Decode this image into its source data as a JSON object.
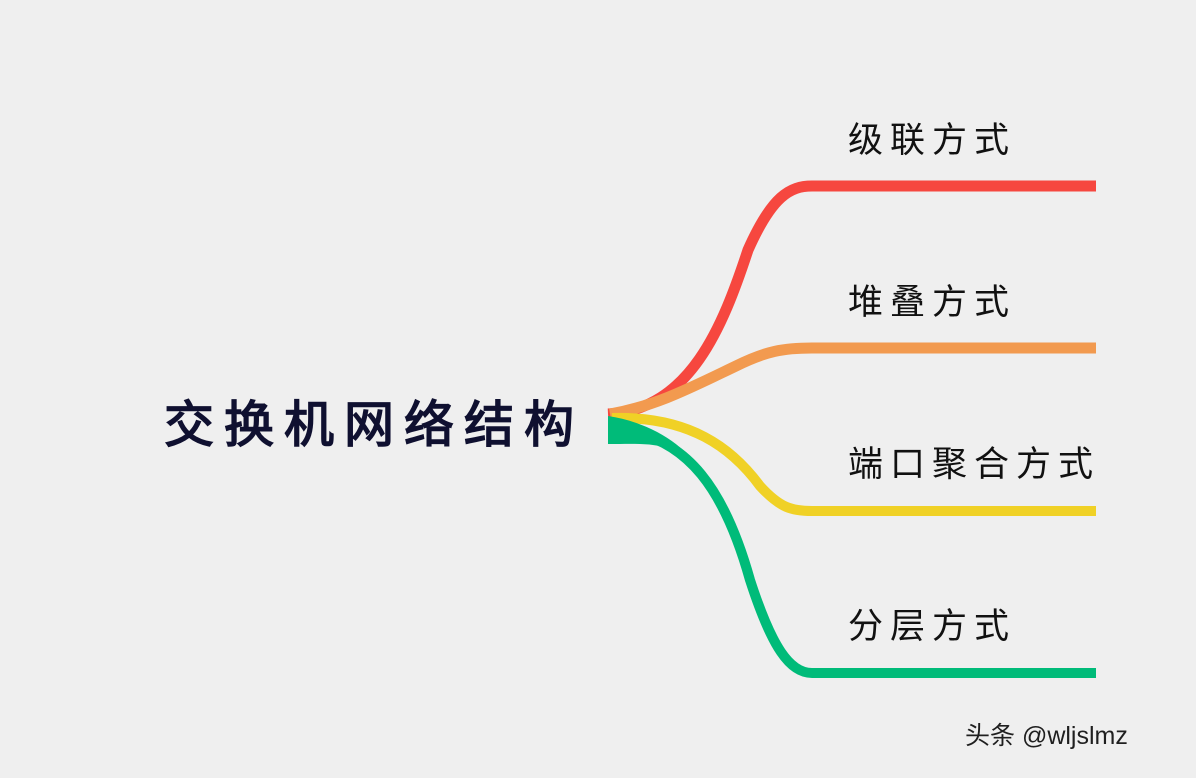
{
  "diagram": {
    "root": "交换机网络结构",
    "branches": [
      {
        "label": "级联方式",
        "color": "#f6473f"
      },
      {
        "label": "堆叠方式",
        "color": "#f29a4f"
      },
      {
        "label": "端口聚合方式",
        "color": "#f0d126"
      },
      {
        "label": "分层方式",
        "color": "#00bb79"
      }
    ]
  },
  "watermark": "头条 @wljslmz"
}
